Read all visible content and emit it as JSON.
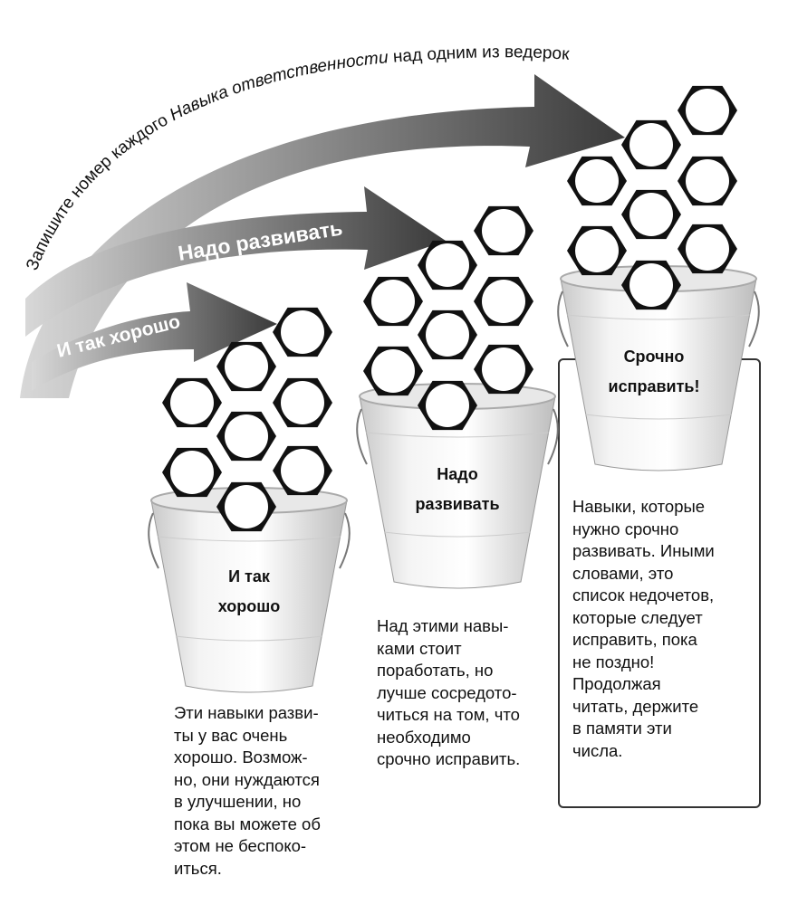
{
  "title": {
    "part1": "Запишите номер каждого ",
    "part2_italic": "Навыка ответственности",
    "part3": " над одним из ведерок"
  },
  "arrows": [
    {
      "label": "Срочно исправить!"
    },
    {
      "label": "Надо развивать"
    },
    {
      "label": "И так хорошо"
    }
  ],
  "buckets": [
    {
      "label_lines": [
        "И так",
        "хорошо"
      ],
      "description": [
        "Эти навыки разви-",
        "ты у вас очень",
        "хорошо. Возмож-",
        "но, они нуждаются",
        "в улучшении, но",
        "пока вы можете об",
        "этом не беспоко-",
        "иться."
      ]
    },
    {
      "label_lines": [
        "Надо",
        "развивать"
      ],
      "description": [
        "Над этими навы-",
        "ками стоит",
        "поработать, но",
        "лучше сосредото-",
        "читься на том, что",
        "необходимо",
        "срочно исправить."
      ]
    },
    {
      "label_lines": [
        "Срочно",
        "исправить!"
      ],
      "description": [
        "Навыки, которые",
        "нужно срочно",
        "развивать. Иными",
        "словами, это",
        "список недочетов,",
        "которые следует",
        "исправить, пока",
        "не поздно!",
        "Продолжая",
        "читать, держите",
        "в памяти эти",
        "числа."
      ]
    }
  ],
  "colors": {
    "arrow_light": "#d4d4d4",
    "arrow_dark": "#3a3a3a",
    "nut": "#111111"
  }
}
